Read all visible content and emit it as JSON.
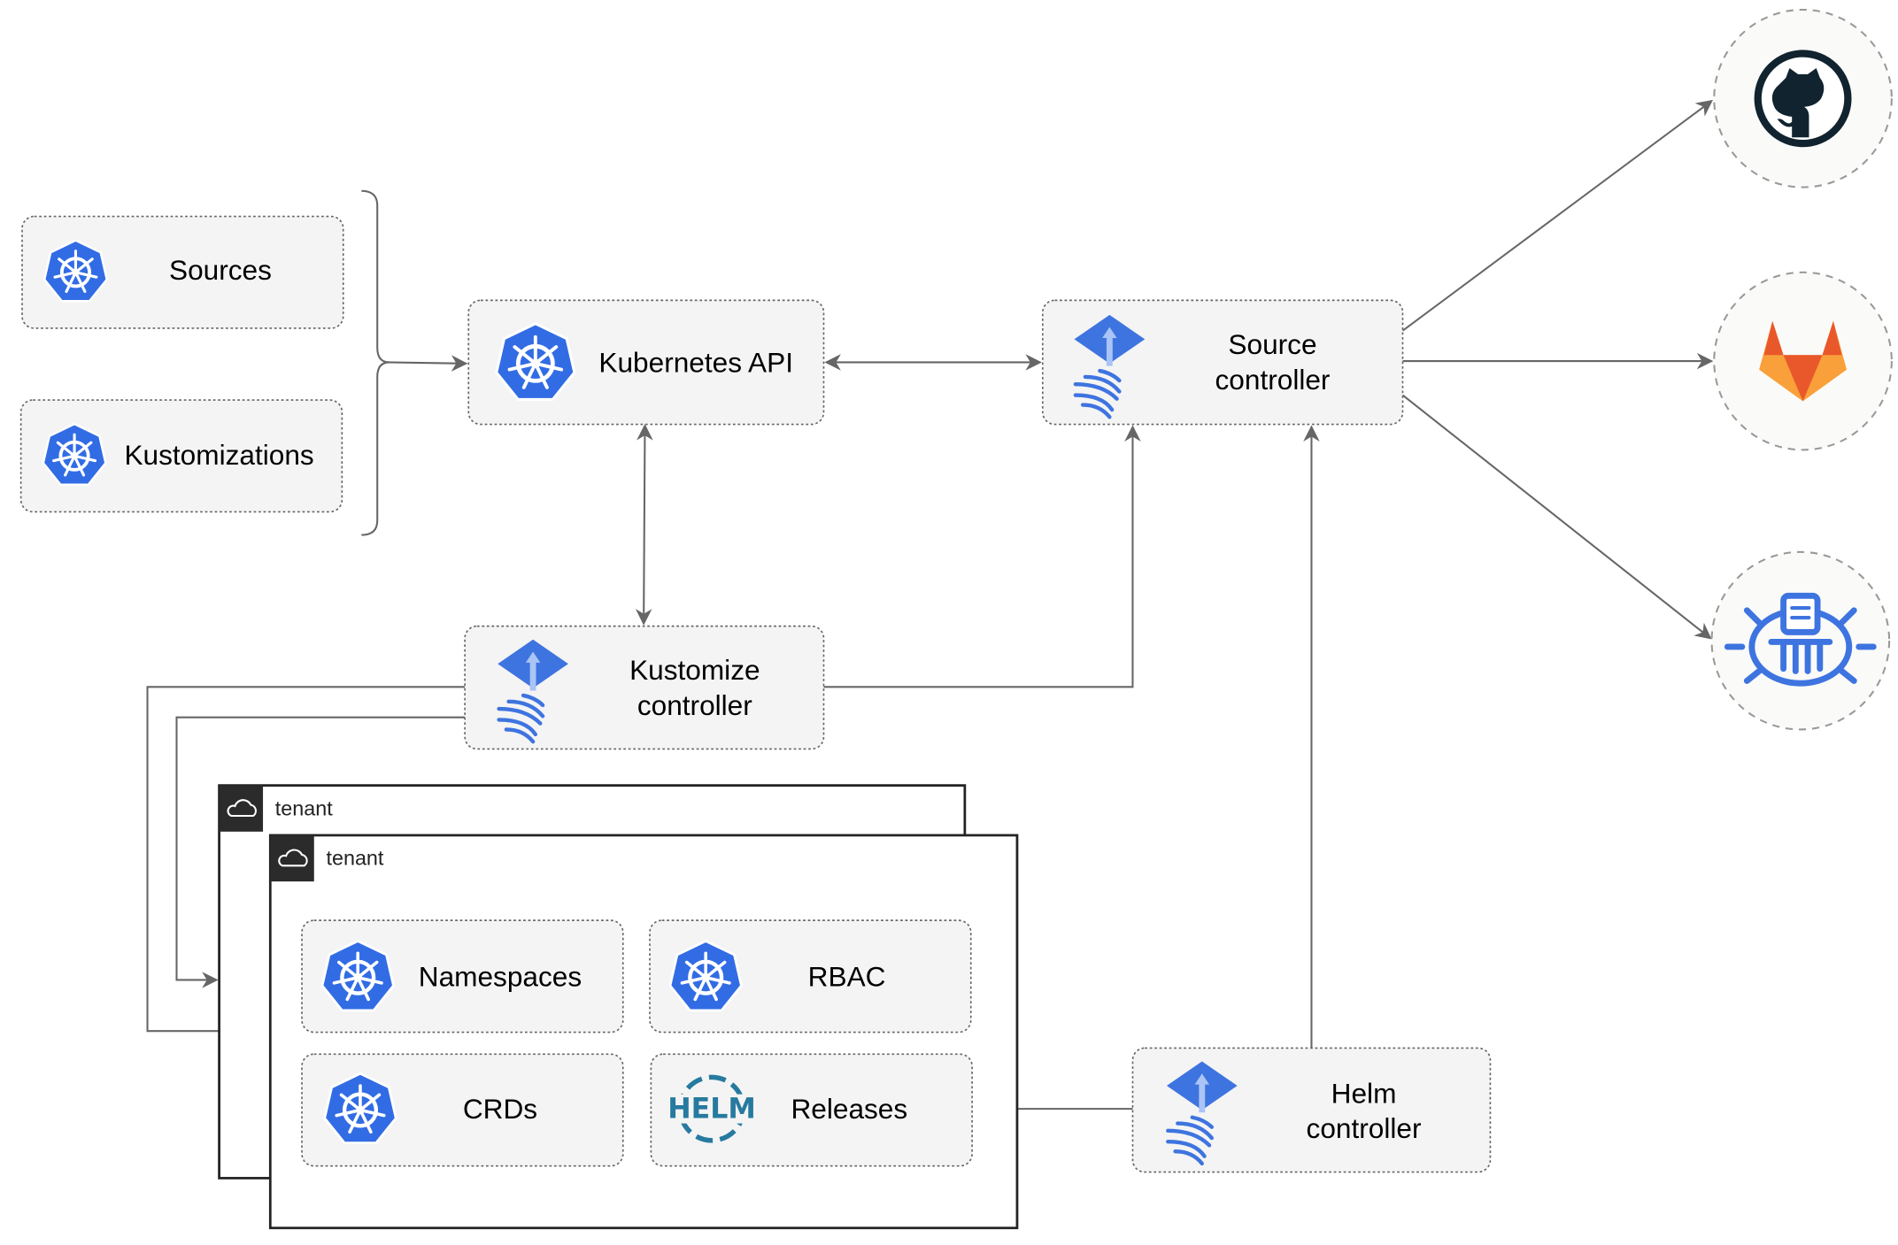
{
  "colors": {
    "kubernetes_blue": "#326CE5",
    "flux_blue": "#3E74E0",
    "helm": "#277A9F",
    "github": "#10232F",
    "gitlab_red": "#E9582B",
    "gitlab_orange": "#F9A03A",
    "edge": "#666666"
  },
  "inputs": [
    {
      "label": "Sources",
      "icon": "kubernetes-icon"
    },
    {
      "label": "Kustomizations",
      "icon": "kubernetes-icon"
    }
  ],
  "kubernetes_api": {
    "label": "Kubernetes API",
    "icon": "kubernetes-icon"
  },
  "source_controller": {
    "line1": "Source",
    "line2": "controller",
    "icon": "flux-icon"
  },
  "kustomize_controller": {
    "line1": "Kustomize",
    "line2": "controller",
    "icon": "flux-icon"
  },
  "helm_controller": {
    "line1": "Helm",
    "line2": "controller",
    "icon": "flux-icon"
  },
  "tenants": [
    {
      "label": "tenant",
      "icon": "cloud-icon"
    },
    {
      "label": "tenant",
      "icon": "cloud-icon"
    }
  ],
  "tenant_resources": [
    {
      "label": "Namespaces",
      "icon": "kubernetes-icon"
    },
    {
      "label": "RBAC",
      "icon": "kubernetes-icon"
    },
    {
      "label": "CRDs",
      "icon": "kubernetes-icon"
    },
    {
      "label": "Releases",
      "icon": "helm-icon",
      "icon_text": "HELM"
    }
  ],
  "external_sources": [
    {
      "icon": "github-icon"
    },
    {
      "icon": "gitlab-icon"
    },
    {
      "icon": "harbor-registry-icon"
    }
  ]
}
